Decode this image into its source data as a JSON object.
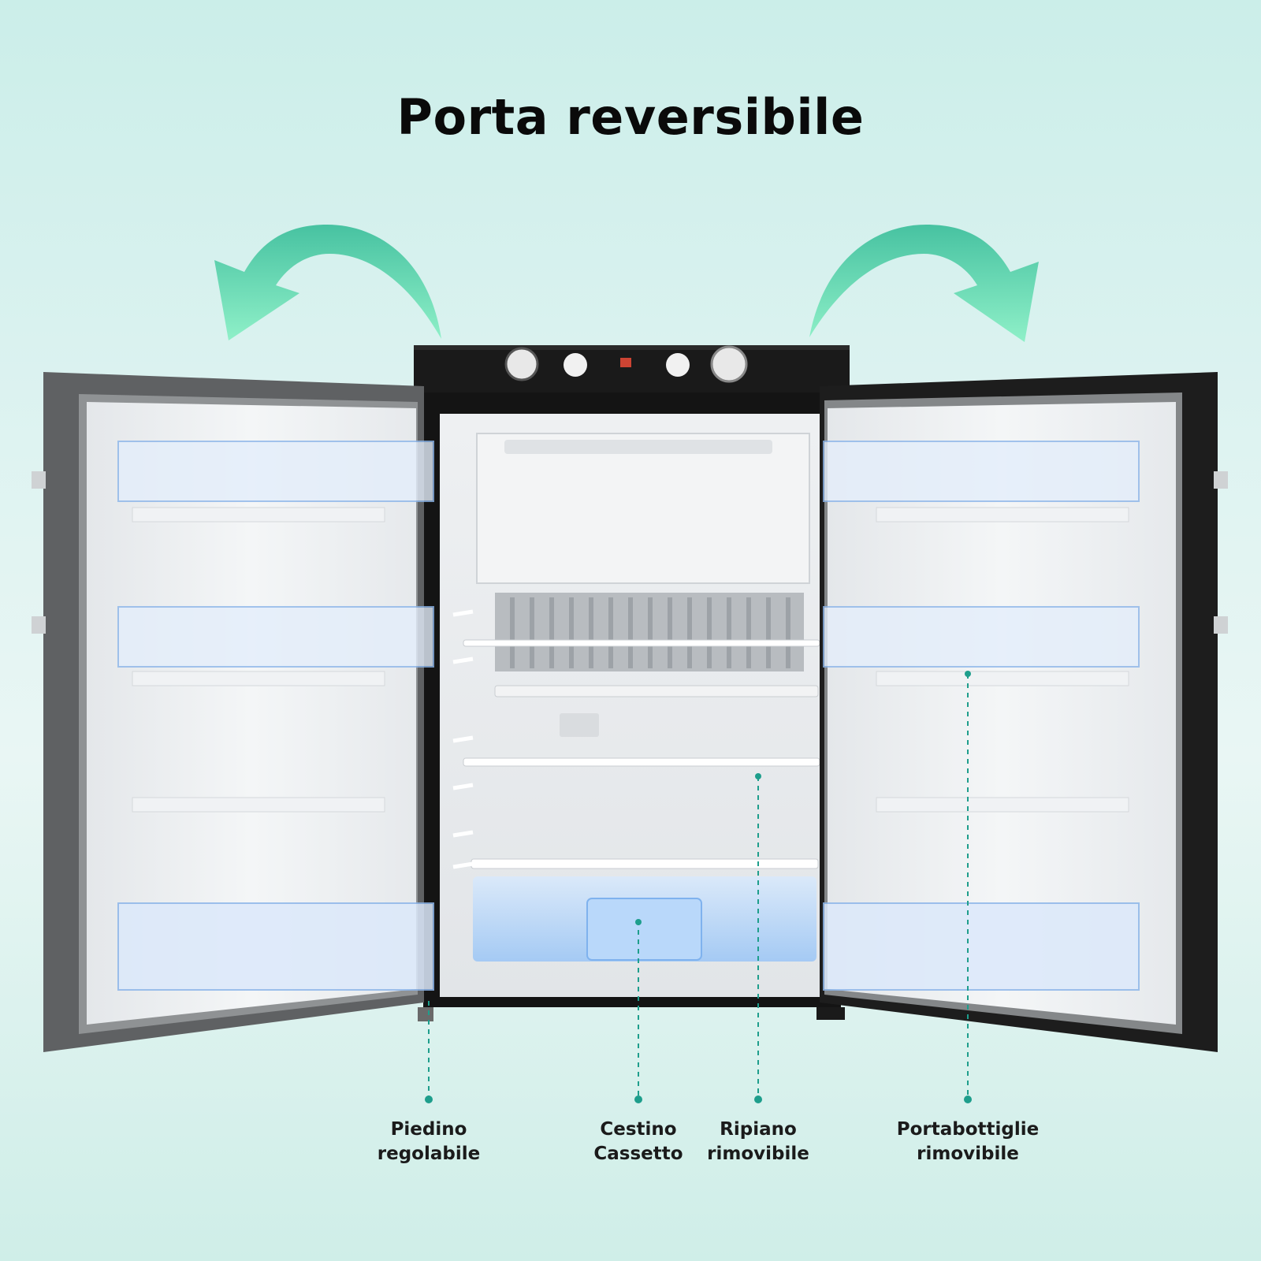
{
  "title": "Porta reversibile",
  "colors": {
    "arrow": "#6fdcb4",
    "callout": "#1e9e8c",
    "background": "#dff3f1",
    "door_frame": "#5d5f61",
    "cabinet": "#161616"
  },
  "callouts": [
    {
      "id": "piedino",
      "line1": "Piedino",
      "line2": "regolabile"
    },
    {
      "id": "cestino",
      "line1": "Cestino",
      "line2": "Cassetto"
    },
    {
      "id": "ripiano",
      "line1": "Ripiano",
      "line2": "rimovibile"
    },
    {
      "id": "portabottiglie",
      "line1": "Portabottiglie",
      "line2": "rimovibile"
    }
  ]
}
